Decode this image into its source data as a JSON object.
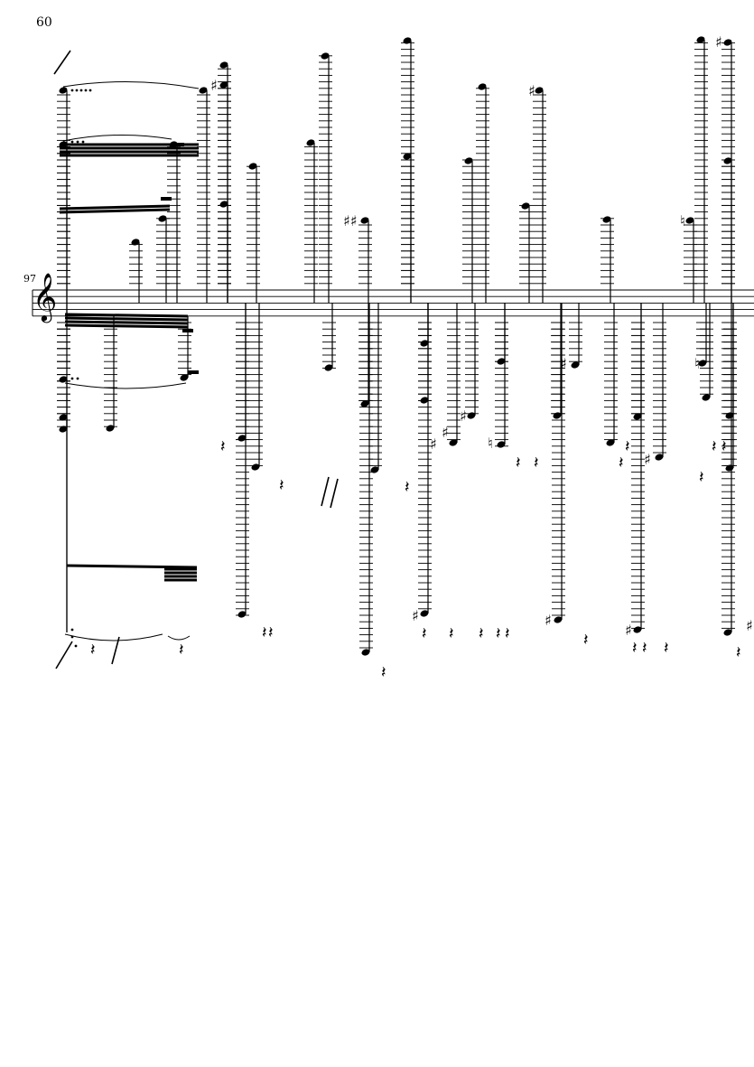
{
  "page": {
    "number": "60"
  },
  "system": {
    "measure_number": "97",
    "clef": "treble-clef"
  },
  "colors": {
    "ink": "#000000",
    "paper": "#ffffff"
  },
  "score": {
    "staff_lines": 5,
    "content": "single treble staff crowded with notes on many ledger lines, flags, accidentals, rests and ties"
  }
}
